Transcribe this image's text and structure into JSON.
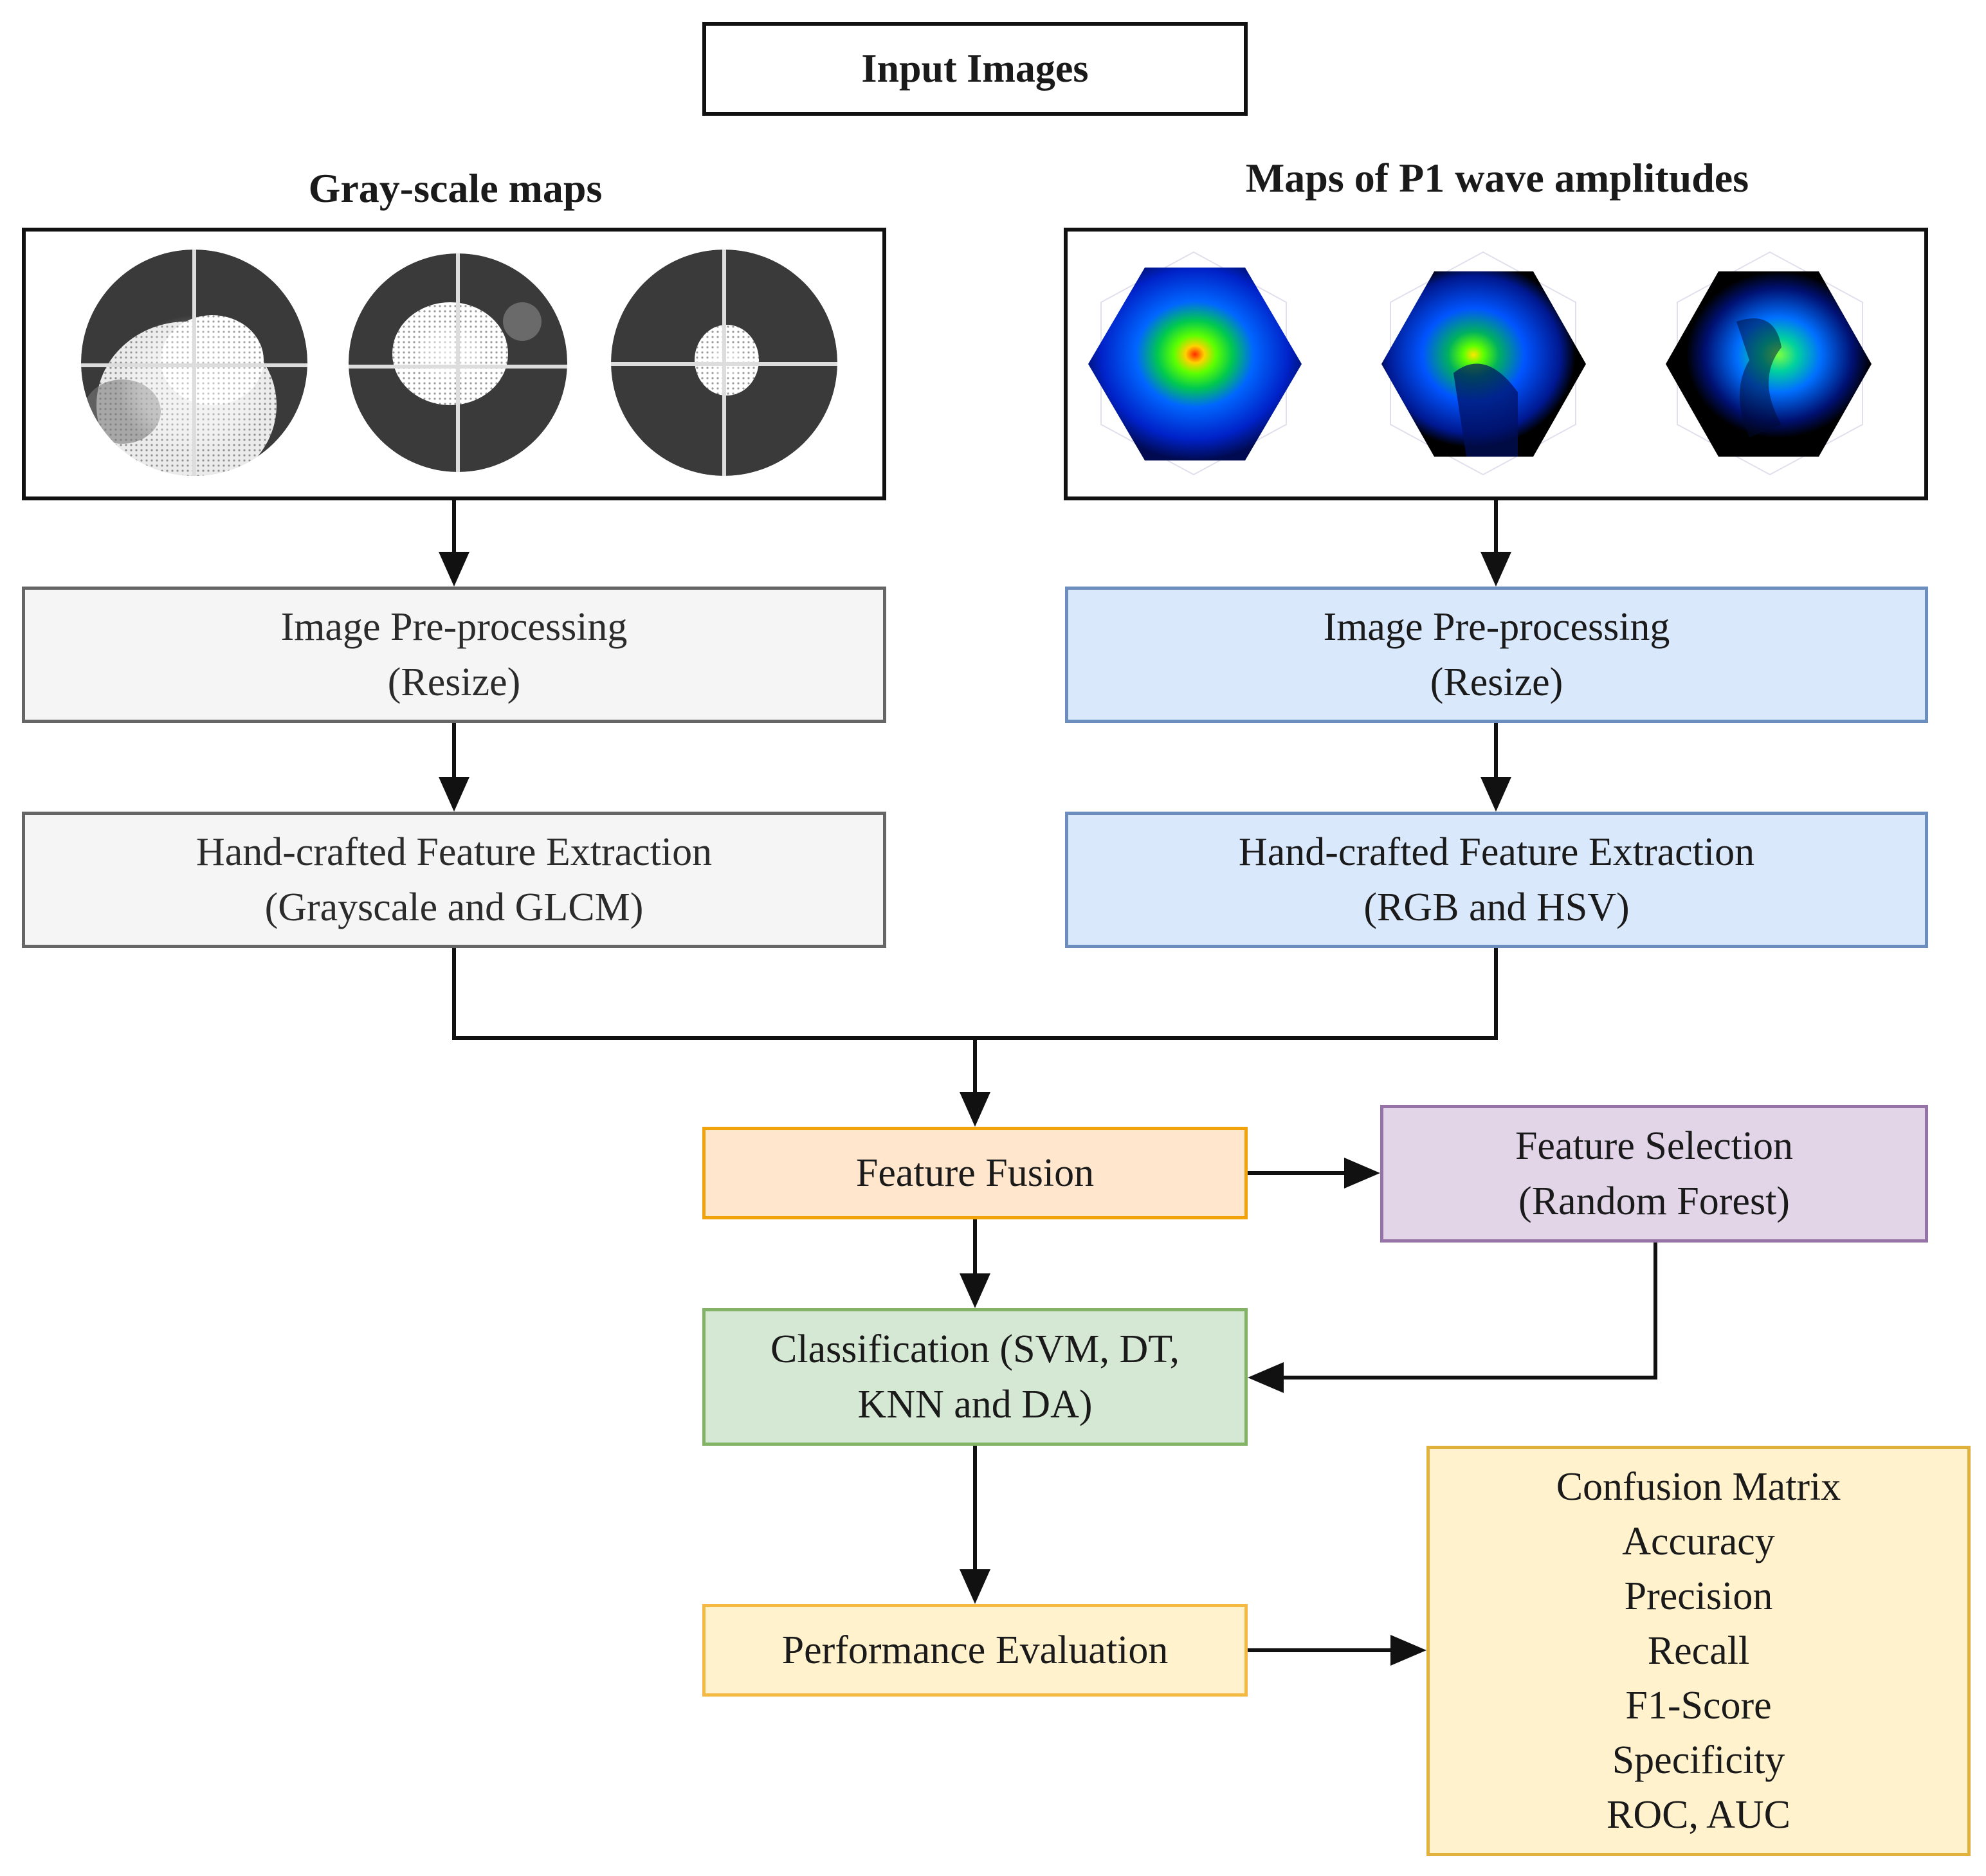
{
  "input": {
    "title": "Input Images"
  },
  "gray_branch": {
    "caption": "Gray-scale maps",
    "preprocess": {
      "line1": "Image Pre-processing",
      "line2": "(Resize)"
    },
    "features": {
      "line1": "Hand-crafted Feature Extraction",
      "line2": "(Grayscale and GLCM)"
    }
  },
  "p1_branch": {
    "caption": "Maps of P1 wave amplitudes",
    "preprocess": {
      "line1": "Image Pre-processing",
      "line2": "(Resize)"
    },
    "features": {
      "line1": "Hand-crafted Feature Extraction",
      "line2": "(RGB and HSV)"
    }
  },
  "fusion": {
    "label": "Feature Fusion"
  },
  "selection": {
    "line1": "Feature Selection",
    "line2": "(Random Forest)"
  },
  "classification": {
    "line1": "Classification (SVM, DT,",
    "line2": "KNN and DA)"
  },
  "performance": {
    "label": "Performance Evaluation"
  },
  "metrics": [
    "Confusion Matrix",
    "Accuracy",
    "Precision",
    "Recall",
    "F1-Score",
    "Specificity",
    "ROC, AUC"
  ],
  "colors": {
    "fusion_fill": "#ffe6cc",
    "fusion_stroke": "#f0a30a",
    "selection_fill": "#e1d5e7",
    "selection_stroke": "#9673a6",
    "classification_fill": "#d5e8d4",
    "classification_stroke": "#82b366",
    "performance_fill": "#fff2cc",
    "performance_stroke": "#f4b942",
    "gray_fill": "#f5f5f5",
    "gray_stroke": "#666666",
    "blue_fill": "#dae8fc",
    "blue_stroke": "#6c8ebf"
  }
}
